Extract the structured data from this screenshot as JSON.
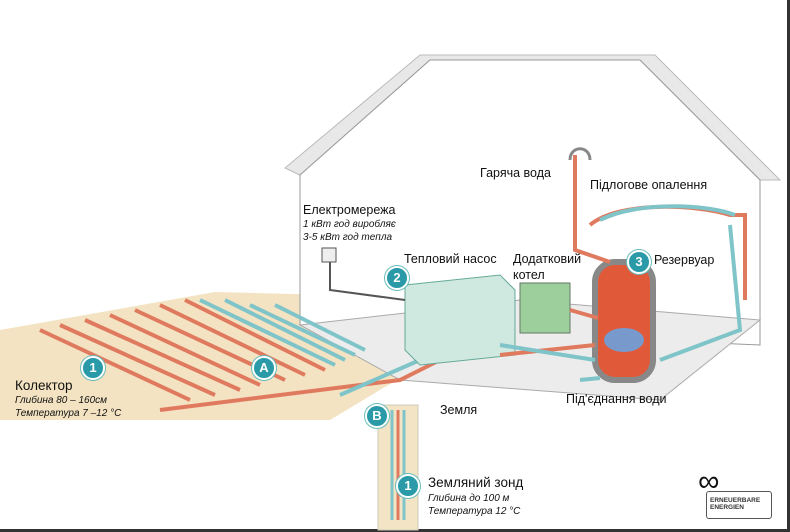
{
  "labels": {
    "hot_water": "Гаряча вода",
    "floor_heating": "Підлогове опалення",
    "grid": {
      "title": "Електромережа",
      "line1": "1 кВт год виробляє",
      "line2": "3-5 кВт год тепла"
    },
    "heat_pump": "Тепловий насос",
    "boiler": {
      "line1": "Додатковий",
      "line2": "котел"
    },
    "reservoir": "Резервуар",
    "water_connection": "Під'єднання води",
    "ground": "Земля",
    "collector": {
      "title": "Колектор",
      "line1": "Глибина 80 – 160см",
      "line2": "Температура 7 –12 °C"
    },
    "probe": {
      "title": "Земляний зонд",
      "line1": "Глибина до 100 м",
      "line2": "Температура 12 °C"
    }
  },
  "badges": {
    "collector": "1",
    "probe": "1",
    "heat_pump": "2",
    "reservoir": "3",
    "a": "A",
    "b": "B"
  },
  "logo": {
    "symbol": "∞",
    "line1": "ERNEUERBARE",
    "line2": "ENERGIEN"
  },
  "colors": {
    "hot_pipe": "#e07a5f",
    "cold_pipe": "#7fc4c8",
    "badge": "#2a9aa8",
    "ground": "#f3e3c3"
  }
}
